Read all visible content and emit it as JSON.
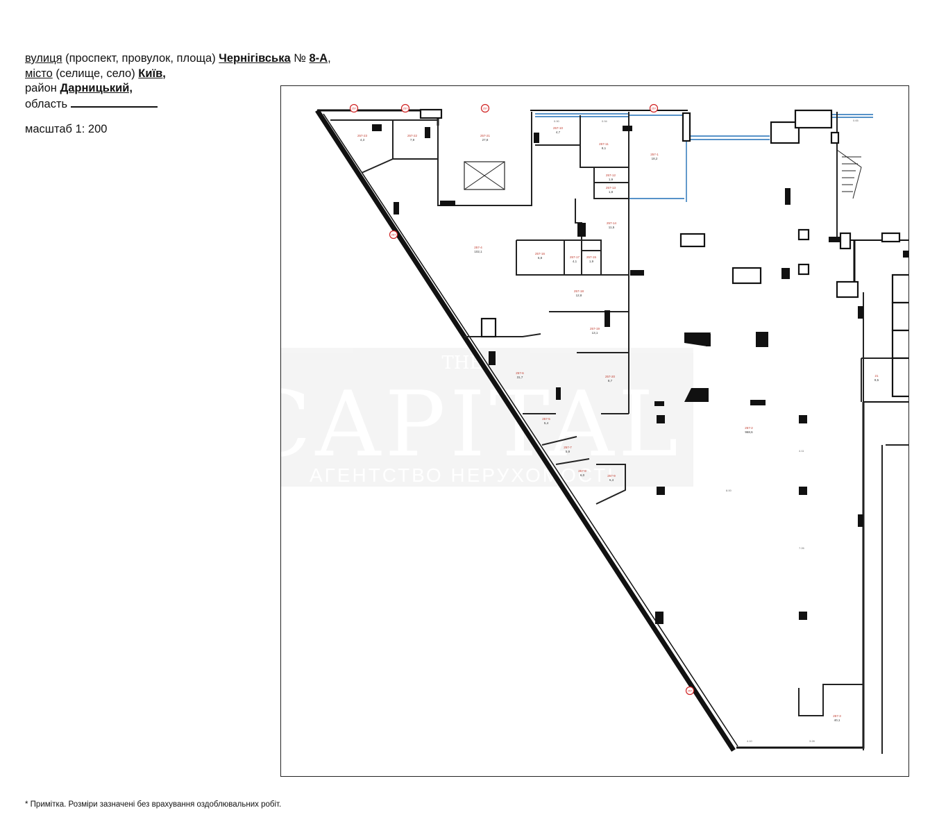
{
  "header": {
    "street_label": "вулиця",
    "street_types": " (проспект, провулок, площа) ",
    "street_name": "Чернігівська",
    "number_sign": " № ",
    "number": "8-А",
    "comma1": ",",
    "city_label": "місто",
    "city_types": " (селище, село) ",
    "city_name": "Київ,",
    "district_label": "район ",
    "district_name": "Дарницький,",
    "region_label": "область "
  },
  "scale": "масштаб 1: 200",
  "footnote": "* Примітка. Розміри зазначені без врахування оздоблювальних робіт.",
  "watermark": {
    "brand": "CAPITAL",
    "brand_top": "THE",
    "subtitle": "АГЕНТСТВО НЕРУХОМОСТІ"
  },
  "rooms": [
    {
      "id": "257-23",
      "area": "4,3"
    },
    {
      "id": "257-22",
      "area": "7,9"
    },
    {
      "id": "257-21",
      "area": "27,8"
    },
    {
      "id": "257-10",
      "area": "4,7"
    },
    {
      "id": "257-11",
      "area": "8,1"
    },
    {
      "id": "257-1",
      "area": "18,2"
    },
    {
      "id": "257-12",
      "area": "1,9"
    },
    {
      "id": "257-13",
      "area": "1,8"
    },
    {
      "id": "257-14",
      "area": "11,5"
    },
    {
      "id": "257-4",
      "area": "102,1"
    },
    {
      "id": "257-16",
      "area": "6,8"
    },
    {
      "id": "257-17",
      "area": "4,1"
    },
    {
      "id": "257-15",
      "area": "1,9"
    },
    {
      "id": "257-18",
      "area": "12,8"
    },
    {
      "id": "257-19",
      "area": "13,1"
    },
    {
      "id": "257-20",
      "area": "8,7"
    },
    {
      "id": "257-6",
      "area": "31,7"
    },
    {
      "id": "257-5",
      "area": "5,4"
    },
    {
      "id": "257-7",
      "area": "5,9"
    },
    {
      "id": "257-8",
      "area": "6,0"
    },
    {
      "id": "257-9",
      "area": "5,4"
    },
    {
      "id": "257-2",
      "area": "968,6"
    },
    {
      "id": "257-3",
      "area": "40,1"
    },
    {
      "id": "21",
      "area": "9,5"
    }
  ],
  "markers": [
    "257",
    "257",
    "257",
    "257",
    "257",
    "257"
  ]
}
